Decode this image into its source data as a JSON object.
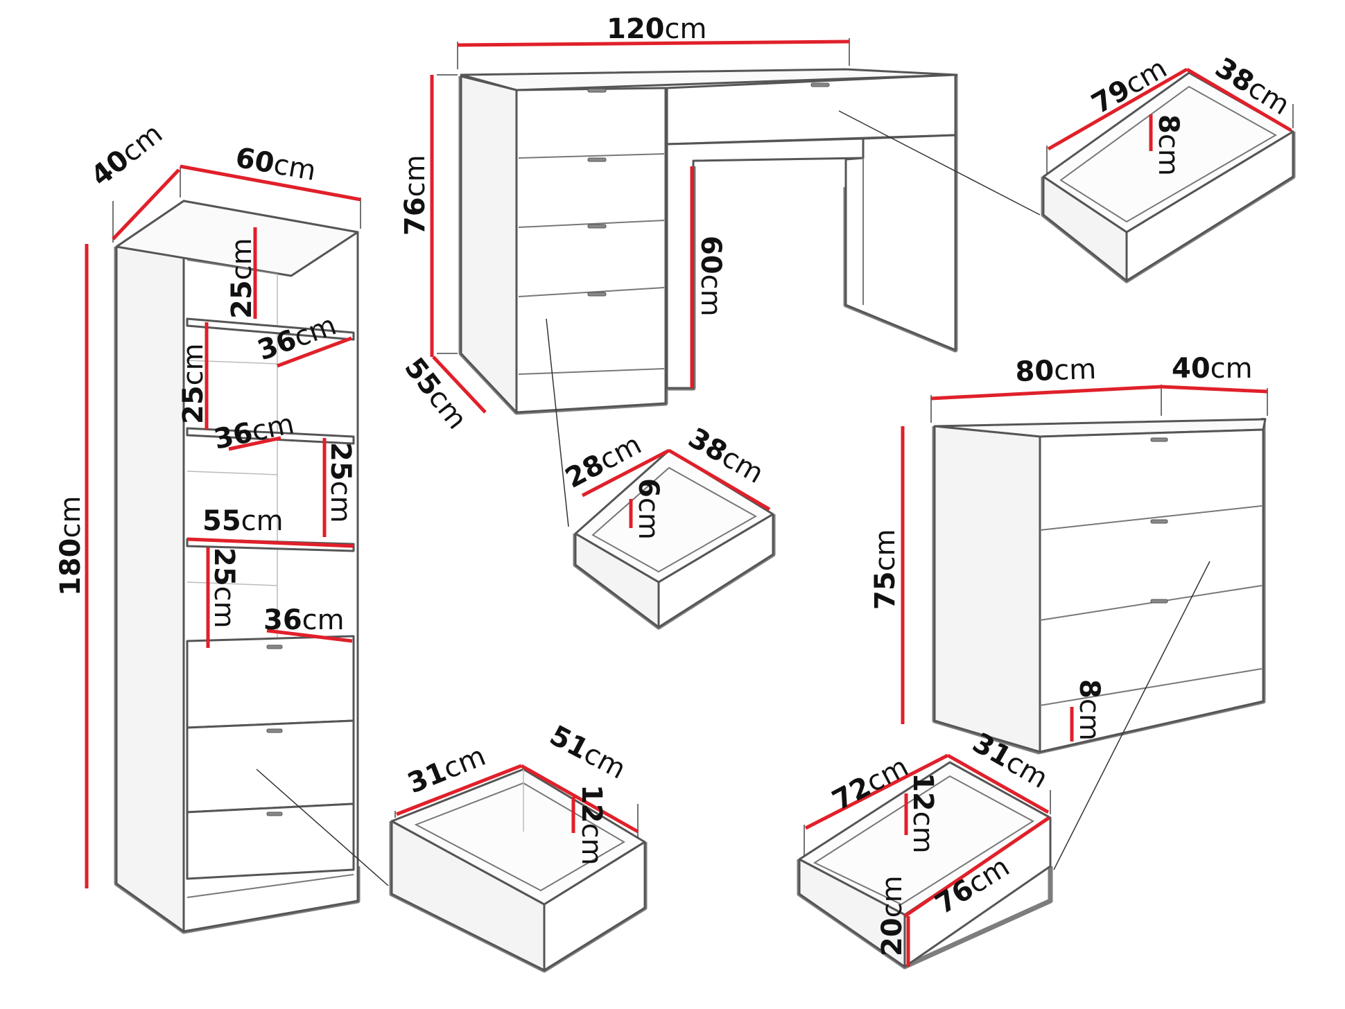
{
  "diagram": {
    "colors": {
      "dimension_line": "#e0202a",
      "outline": "#555555",
      "background": "#ffffff"
    },
    "bookcase": {
      "depth": "40",
      "width": "60",
      "height": "180",
      "shelf_gap_1": "25",
      "shelf_depth_1": "36",
      "shelf_gap_2": "25",
      "shelf_depth_2": "36",
      "shelf_gap_3": "25",
      "shelf_width": "55",
      "shelf_gap_4": "25",
      "shelf_depth_4": "36"
    },
    "bookcase_drawer": {
      "width": "31",
      "depth": "51",
      "height": "12"
    },
    "desk": {
      "width": "120",
      "height": "76",
      "depth": "55",
      "knee_height": "60"
    },
    "desk_top_drawer": {
      "width": "79",
      "depth": "38",
      "height": "8"
    },
    "desk_small_drawer": {
      "width": "28",
      "depth": "38",
      "height": "6"
    },
    "dresser": {
      "width": "80",
      "depth": "40",
      "height": "75",
      "plinth": "8"
    },
    "dresser_drawer": {
      "width": "72",
      "depth": "31",
      "inner_height": "12",
      "front_height": "20",
      "front_width": "76"
    },
    "unit": "cm"
  }
}
